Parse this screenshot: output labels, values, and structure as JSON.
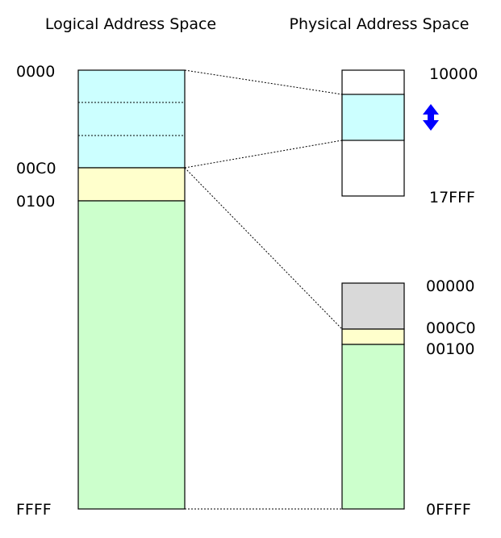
{
  "titles": {
    "logical": "Logical Address Space",
    "physical": "Physical Address Space"
  },
  "logical_labels": {
    "start": "0000",
    "c0": "00C0",
    "hundred": "0100",
    "end": "FFFF"
  },
  "physical_top_labels": {
    "start": "10000",
    "end": "17FFF"
  },
  "physical_bottom_labels": {
    "start": "00000",
    "c0": "000C0",
    "hundred": "00100",
    "end": "0FFFF"
  },
  "colors": {
    "cyan": "#ccffff",
    "yellow": "#ffffcc",
    "green": "#ccffcc",
    "gray": "#d9d9d9",
    "white": "#ffffff",
    "arrow": "#0000ff"
  },
  "icons": {
    "double_arrow": "vertical-double-arrow"
  }
}
